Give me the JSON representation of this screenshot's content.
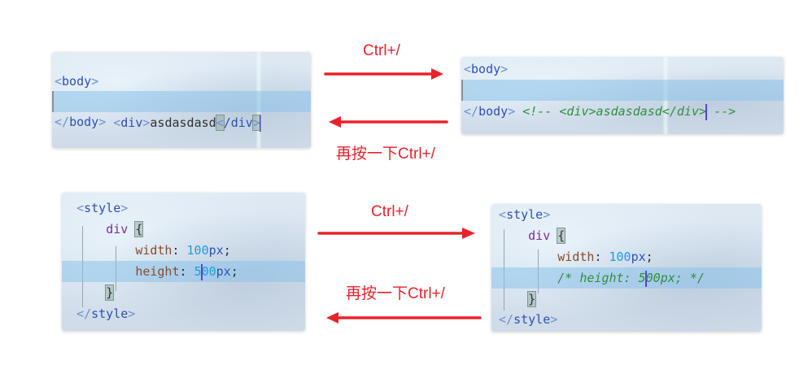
{
  "colors": {
    "arrow": "#e8232a",
    "tag": "#2f4fb5",
    "bracket": "#6f8fd0",
    "comment": "#2f8f3f",
    "selector": "#7b2f96",
    "property": "#8b4a2b",
    "number": "#1e9be0",
    "cursor": "#5b3fe0",
    "line_highlight": "#8cc3eb"
  },
  "annotations": {
    "top_forward_label": "Ctrl+/",
    "top_back_label": "再按一下Ctrl+/",
    "bottom_forward_label": "Ctrl+/",
    "bottom_back_label": "再按一下Ctrl+/"
  },
  "panels": {
    "html_before": {
      "lines": {
        "l1": {
          "open": "<",
          "name": "body",
          "close": ">"
        },
        "l2": {
          "indent": "    ",
          "open": "<",
          "name": "div",
          "close": ">",
          "text": "asdasdasd",
          "end_open": "<",
          "end_name": "/div",
          "end_close": ">"
        },
        "l3": {
          "open": "</",
          "name": "body",
          "close": ">"
        }
      }
    },
    "html_after": {
      "lines": {
        "l1": {
          "open": "<",
          "name": "body",
          "close": ">"
        },
        "l2": {
          "indent": "    ",
          "comment_main": "<!-- <div>asdasdasd</div>",
          "comment_end": " -->"
        },
        "l3": {
          "open": "</",
          "name": "body",
          "close": ">"
        }
      }
    },
    "css_before": {
      "lines": {
        "l1": {
          "indent": "  ",
          "open": "<",
          "name": "style",
          "close": ">"
        },
        "l2": {
          "indent": "      ",
          "selector": "div",
          "brace": "{"
        },
        "l3": {
          "indent": "          ",
          "prop": "width",
          "colon": ": ",
          "num": "100",
          "unit": "px",
          "semi": ";"
        },
        "l4": {
          "indent": "          ",
          "prop": "height",
          "colon": ": ",
          "num_a": "5",
          "num_b": "00",
          "unit": "px",
          "semi": ";"
        },
        "l5": {
          "indent": "      ",
          "brace": "}"
        },
        "l6": {
          "indent": "  ",
          "open": "</",
          "name": "style",
          "close": ">"
        }
      }
    },
    "css_after": {
      "lines": {
        "l1": {
          "indent": " ",
          "open": "<",
          "name": "style",
          "close": ">"
        },
        "l2": {
          "indent": "     ",
          "selector": "div",
          "brace": "{"
        },
        "l3": {
          "indent": "         ",
          "prop": "width",
          "colon": ": ",
          "num": "100",
          "unit": "px",
          "semi": ";"
        },
        "l4": {
          "indent": "         ",
          "comment_a": "/* height: 5",
          "comment_b": "00px; */"
        },
        "l5": {
          "indent": "     ",
          "brace": "}"
        },
        "l6": {
          "indent": " ",
          "open": "</",
          "name": "style",
          "close": ">"
        }
      }
    }
  }
}
